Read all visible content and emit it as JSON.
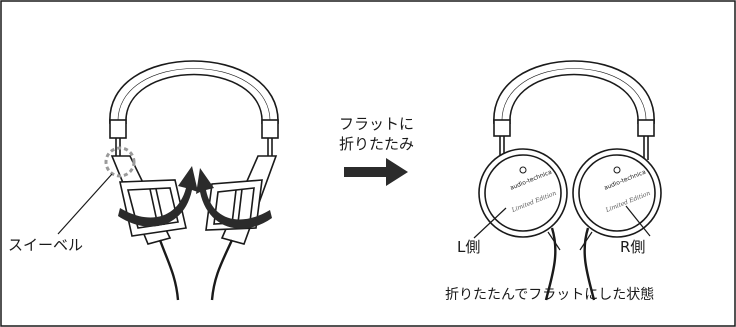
{
  "labels": {
    "swivel": "スイーベル",
    "fold_line1": "フラットに",
    "fold_line2": "折りたたみ",
    "left_side": "L側",
    "right_side": "R側",
    "caption": "折りたたんでフラットにした状態"
  },
  "logo_text": [
    "audio-technica",
    "Limited Edition"
  ],
  "colors": {
    "line": "#1a1a1a",
    "arrow": "#2b2b2b",
    "highlight": "#9a9a9a"
  }
}
